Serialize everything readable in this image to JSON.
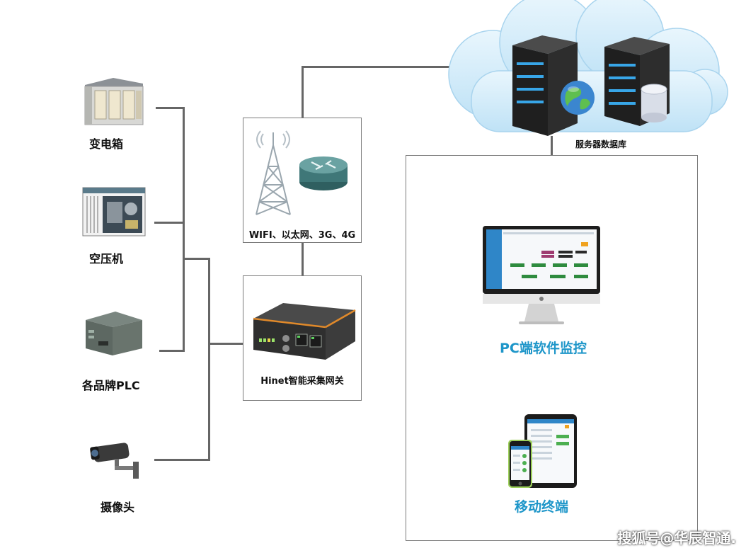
{
  "devices": {
    "transformer": "变电箱",
    "compressor": "空压机",
    "plc": "各品牌PLC",
    "camera": "摄像头"
  },
  "network": {
    "label": "WIFI、以太网、3G、4G"
  },
  "gateway": {
    "label": "Hinet智能采集网关"
  },
  "server": {
    "label": "服务器数据库"
  },
  "clients": {
    "pc": "PC端软件监控",
    "mobile": "移动终端"
  },
  "watermark": "搜狐号@华辰智通.",
  "colors": {
    "accent": "#1e96c9",
    "line": "#666666",
    "cloud": "#d9effb"
  }
}
